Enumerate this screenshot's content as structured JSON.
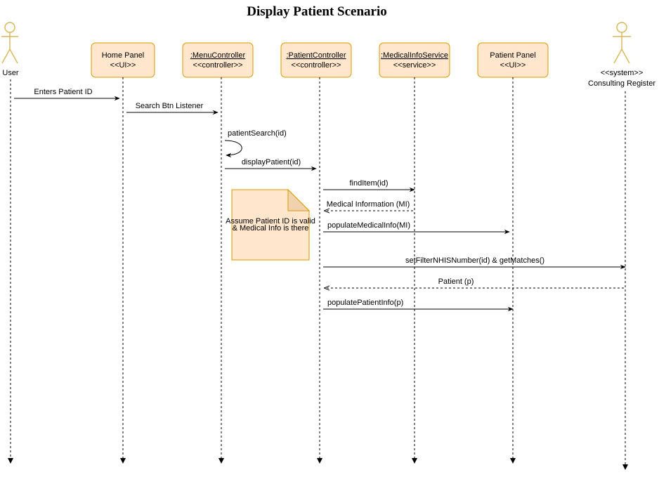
{
  "title": "Display Patient Scenario",
  "actors": {
    "user": {
      "label": "User"
    },
    "register": {
      "stereotype": "<<system>>",
      "label": "Consulting Register"
    }
  },
  "participants": [
    {
      "name": "Home Panel",
      "stereotype": "<<UI>>",
      "underline": false
    },
    {
      "name": ":MenuController",
      "stereotype": "<<controller>>",
      "underline": true
    },
    {
      "name": ":PatientController",
      "stereotype": "<<controller>>",
      "underline": true
    },
    {
      "name": ":MedicalInfoService",
      "stereotype": "<<service>>",
      "underline": true
    },
    {
      "name": "Patient Panel",
      "stereotype": "<<UI>>",
      "underline": false
    }
  ],
  "messages": [
    {
      "label": "Enters Patient ID",
      "from": "User",
      "to": "Home Panel",
      "kind": "call"
    },
    {
      "label": "Search Btn Listener",
      "from": "Home Panel",
      "to": ":MenuController",
      "kind": "call"
    },
    {
      "label": "patientSearch(id)",
      "from": ":MenuController",
      "to": ":MenuController",
      "kind": "self"
    },
    {
      "label": "displayPatient(id)",
      "from": ":MenuController",
      "to": ":PatientController",
      "kind": "call"
    },
    {
      "label": "findItem(id)",
      "from": ":PatientController",
      "to": ":MedicalInfoService",
      "kind": "call"
    },
    {
      "label": "Medical Information  (MI)",
      "from": ":MedicalInfoService",
      "to": ":PatientController",
      "kind": "return"
    },
    {
      "label": "populateMedicalInfo(MI)",
      "from": ":PatientController",
      "to": "Patient Panel",
      "kind": "call"
    },
    {
      "label": "setFilterNHISNumber(id) & getMatches()",
      "from": ":PatientController",
      "to": "Consulting Register",
      "kind": "call"
    },
    {
      "label": "Patient (p)",
      "from": "Consulting Register",
      "to": ":PatientController",
      "kind": "return"
    },
    {
      "label": "populatePatientInfo(p)",
      "from": ":PatientController",
      "to": "Patient Panel",
      "kind": "call"
    }
  ],
  "note": {
    "line1": "Assume Patient ID is valid",
    "line2": "& Medical Info is there"
  },
  "colors": {
    "box_fill": "#ffe6cc",
    "box_stroke": "#d79b00",
    "actor_stroke": "#d6b656",
    "note_fill": "#ffe6cc",
    "note_fold": "#f0d3ae"
  }
}
